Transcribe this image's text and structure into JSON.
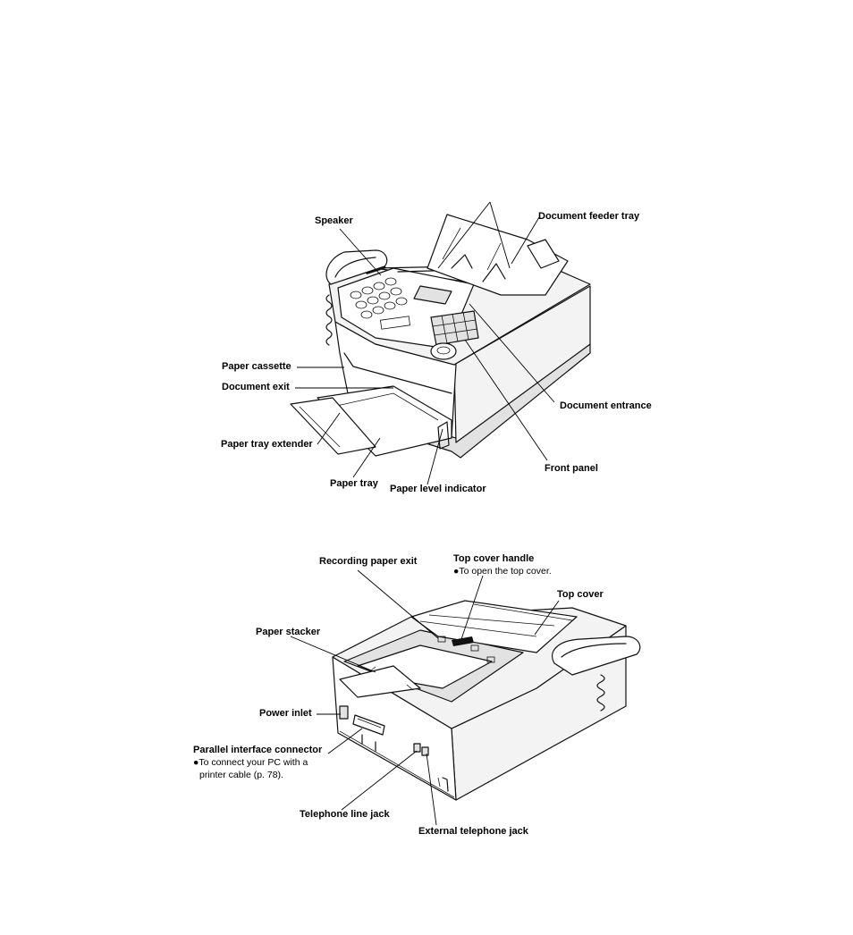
{
  "front_view": {
    "labels": {
      "speaker": "Speaker",
      "document_feeder_tray": "Document feeder tray",
      "paper_cassette": "Paper cassette",
      "document_exit": "Document exit",
      "paper_tray_extender": "Paper tray extender",
      "paper_tray": "Paper tray",
      "paper_level_indicator": "Paper level indicator",
      "front_panel": "Front panel",
      "document_entrance": "Document entrance"
    }
  },
  "rear_view": {
    "labels": {
      "recording_paper_exit": "Recording paper exit",
      "top_cover_handle": "Top cover handle",
      "top_cover_handle_note": "●To open the top cover.",
      "top_cover": "Top cover",
      "paper_stacker": "Paper stacker",
      "power_inlet": "Power inlet",
      "parallel_interface_connector": "Parallel interface connector",
      "parallel_note_line1": "●To connect your PC with a",
      "parallel_note_line2": "printer cable (p. 78).",
      "telephone_line_jack": "Telephone line jack",
      "external_telephone_jack": "External telephone jack"
    }
  }
}
